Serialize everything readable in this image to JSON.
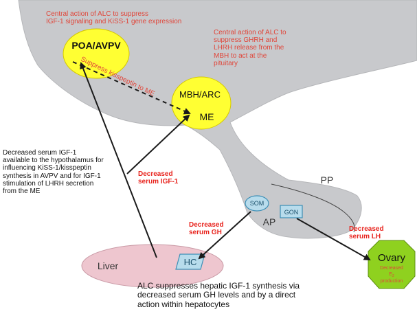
{
  "colors": {
    "brain": "#c8c9cc",
    "yellow_node": "#ffff33",
    "liver": "#eec6cf",
    "ovary": "#8fd11f",
    "box_fill": "#b8dcec",
    "box_stroke": "#3d8fb6",
    "arrow": "#1a1a1a",
    "red_text": "#e0463a",
    "bold_red": "#e8241e"
  },
  "nodes": {
    "poa": "POA/AVPV",
    "mbh": "MBH/ARC",
    "me": "ME",
    "pp": "PP",
    "ap": "AP",
    "som": "SOM",
    "gon": "GON",
    "liver": "Liver",
    "hc": "HC",
    "ovary": "Ovary",
    "ovary_sub_1": "Decreased",
    "ovary_sub_2": "E",
    "ovary_sub_2_subscript": "2",
    "ovary_sub_3": "production"
  },
  "annotations": {
    "central_poa": [
      "Central action of ALC to suppress",
      "IGF-1 signaling and KiSS-1 gene expression"
    ],
    "central_mbh": [
      "Central action of ALC to",
      "suppress GHRH and",
      "LHRH release from the",
      "MBH to act at the",
      "pituitary"
    ],
    "kisspeptin": "Suppress kisspeptin to ME",
    "left_text": [
      "Decreased serum IGF-1",
      "available to the hypothalamus for",
      "influencing KiSS-1/kisspeptin",
      "synthesis in AVPV and for IGF-1",
      "stimulation of LHRH secretion",
      "from the ME"
    ],
    "serum_igf": [
      "Decreased",
      "serum IGF-1"
    ],
    "serum_gh": [
      "Decreased",
      "serum GH"
    ],
    "serum_lh": [
      "Decreased",
      "serum LH"
    ],
    "bottom_text": [
      "ALC suppresses hepatic IGF-1 synthesis via",
      "decreased serum GH levels and by a direct",
      "action within hepatocytes"
    ]
  }
}
